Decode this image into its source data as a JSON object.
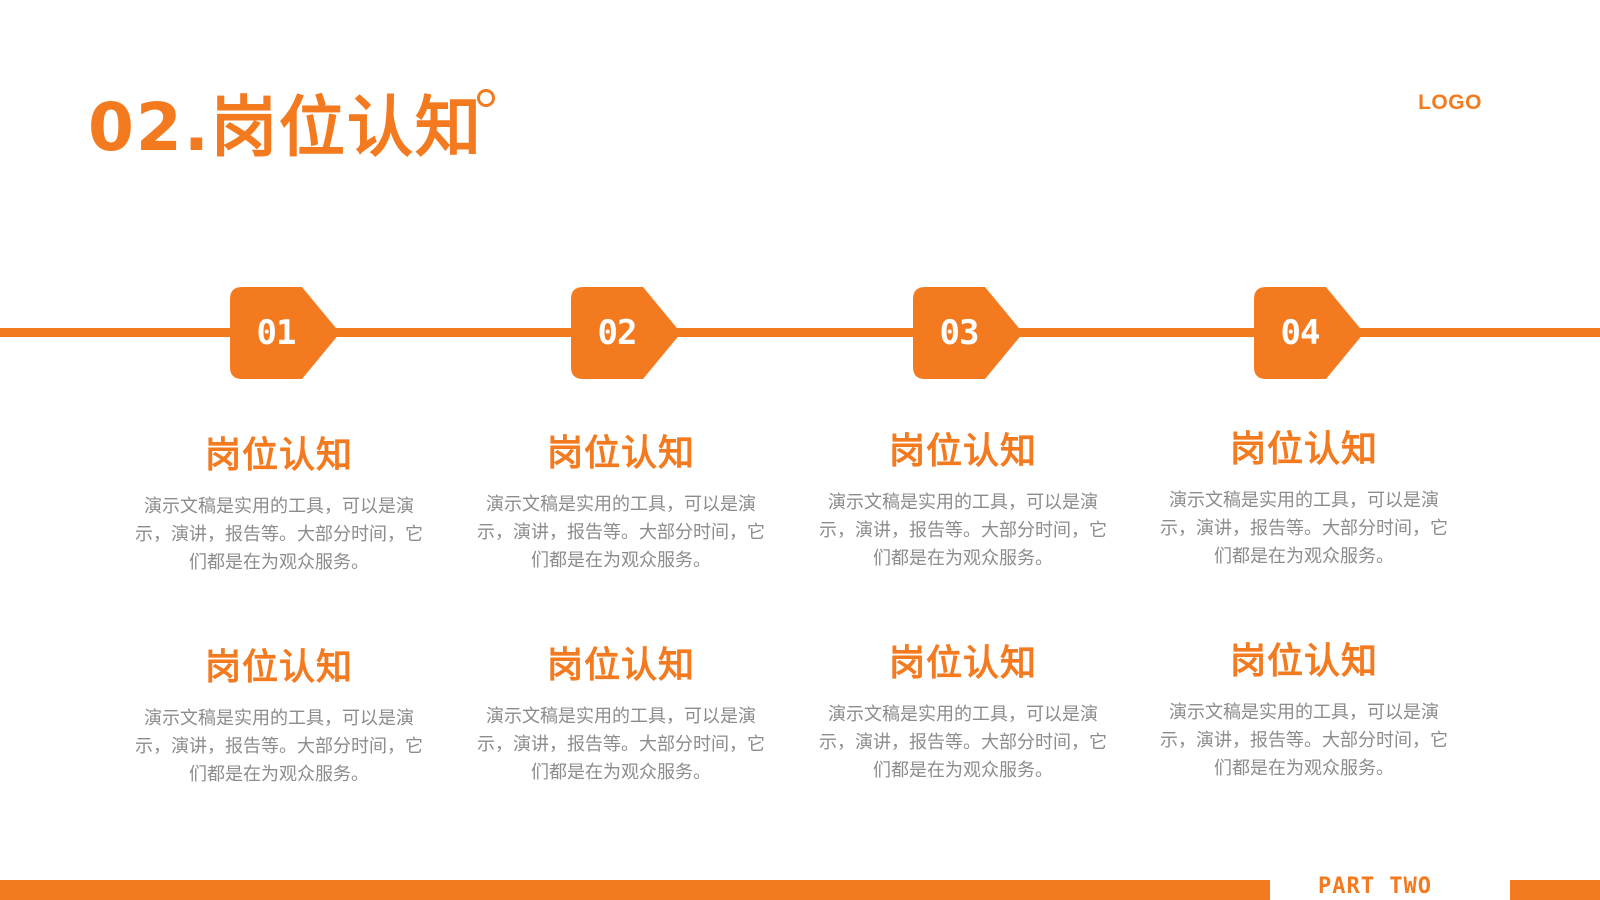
{
  "header": {
    "title": "02.岗位认知",
    "logo_label": "LOGO"
  },
  "timeline": {
    "steps": [
      {
        "number": "01"
      },
      {
        "number": "02"
      },
      {
        "number": "03"
      },
      {
        "number": "04"
      }
    ]
  },
  "cards": {
    "row1": [
      {
        "title": "岗位认知",
        "body": "演示文稿是实用的工具，可以是演示，演讲，报告等。大部分时间，它们都是在为观众服务。"
      },
      {
        "title": "岗位认知",
        "body": "演示文稿是实用的工具，可以是演示，演讲，报告等。大部分时间，它们都是在为观众服务。"
      },
      {
        "title": "岗位认知",
        "body": "演示文稿是实用的工具，可以是演示，演讲，报告等。大部分时间，它们都是在为观众服务。"
      },
      {
        "title": "岗位认知",
        "body": "演示文稿是实用的工具，可以是演示，演讲，报告等。大部分时间，它们都是在为观众服务。"
      }
    ],
    "row2": [
      {
        "title": "岗位认知",
        "body": "演示文稿是实用的工具，可以是演示，演讲，报告等。大部分时间，它们都是在为观众服务。"
      },
      {
        "title": "岗位认知",
        "body": "演示文稿是实用的工具，可以是演示，演讲，报告等。大部分时间，它们都是在为观众服务。"
      },
      {
        "title": "岗位认知",
        "body": "演示文稿是实用的工具，可以是演示，演讲，报告等。大部分时间，它们都是在为观众服务。"
      },
      {
        "title": "岗位认知",
        "body": "演示文稿是实用的工具，可以是演示，演讲，报告等。大部分时间，它们都是在为观众服务。"
      }
    ]
  },
  "footer": {
    "part_label": "PART TWO"
  },
  "colors": {
    "accent": "#F47A1F",
    "body_text": "#8C8C8C",
    "background": "#FFFFFF"
  }
}
